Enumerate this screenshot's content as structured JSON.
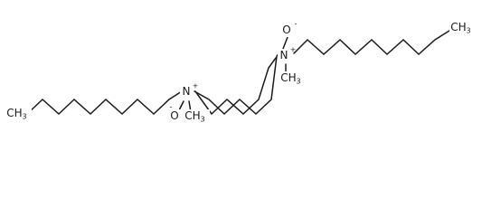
{
  "molecule": {
    "atoms": {
      "n_left": "N",
      "n_right": "N",
      "o_left": "O",
      "o_right": "O",
      "methyl_left": "CH",
      "methyl_left_sub": "3",
      "methyl_right": "CH",
      "methyl_right_sub": "3",
      "terminal_left": "CH",
      "terminal_left_sub": "3",
      "terminal_right": "CH",
      "terminal_right_sub": "3"
    },
    "charges": {
      "n_left": "+",
      "n_right": "+",
      "o_left": "-",
      "o_right": "-"
    }
  }
}
